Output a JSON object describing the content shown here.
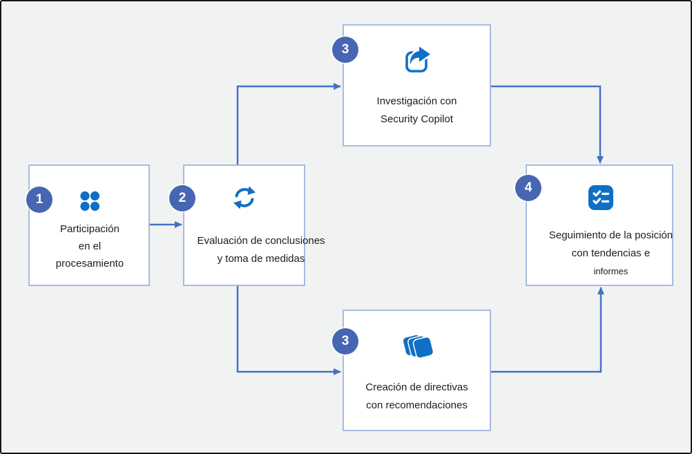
{
  "diagram": {
    "colors": {
      "background": "#f1f2f2",
      "frame_border": "#161616",
      "box_fill": "#ffffff",
      "box_border": "#a7bbdf",
      "badge": "#4766b2",
      "arrow": "#4472c4",
      "icon": "#0f6fc5",
      "text": "#1c1c1c"
    },
    "steps": [
      {
        "id": "participacion",
        "badge": "1",
        "icon": "dots-grid-icon",
        "lines": [
          "Participación",
          "en el",
          "procesamiento"
        ]
      },
      {
        "id": "evaluacion",
        "badge": "2",
        "icon": "sync-arrows-icon",
        "lines": [
          "Evaluación de conclusiones",
          "y toma de medidas"
        ]
      },
      {
        "id": "investigacion",
        "badge": "3",
        "icon": "share-arrow-icon",
        "lines": [
          "Investigación con",
          "Security Copilot"
        ]
      },
      {
        "id": "creacion",
        "badge": "3",
        "icon": "stacked-layers-icon",
        "lines": [
          "Creación de directivas",
          "con recomendaciones"
        ]
      },
      {
        "id": "seguimiento",
        "badge": "4",
        "icon": "checklist-icon",
        "lines": [
          "Seguimiento de la posición",
          "con tendencias e",
          "informes"
        ]
      }
    ],
    "connections": [
      {
        "from": "participacion",
        "to": "evaluacion"
      },
      {
        "from": "evaluacion",
        "to": "investigacion"
      },
      {
        "from": "evaluacion",
        "to": "creacion"
      },
      {
        "from": "investigacion",
        "to": "seguimiento"
      },
      {
        "from": "creacion",
        "to": "seguimiento"
      }
    ]
  }
}
